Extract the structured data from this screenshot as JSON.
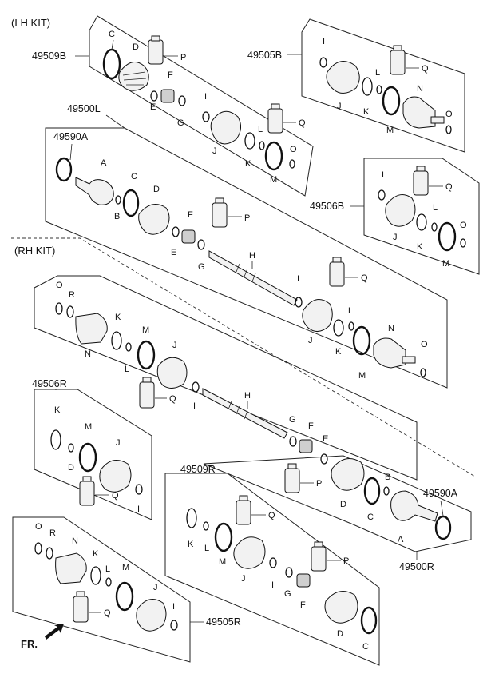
{
  "kits": {
    "lh": "(LH KIT)",
    "rh": "(RH KIT)"
  },
  "assemblies": {
    "lh_boot_kit_outer": "49509B",
    "lh_boot_kit_inner": "49505B",
    "lh_shaft": "49500L",
    "lh_joint_outer": "49590A",
    "lh_boot_kit_inner_alt": "49506B",
    "rh_boot_kit_inner_alt": "49506R",
    "rh_boot_kit_outer": "49509R",
    "rh_joint_outer": "49590A",
    "rh_shaft": "49500R",
    "rh_boot_kit_inner": "49505R"
  },
  "parts": {
    "A": "A",
    "B": "B",
    "C": "C",
    "D": "D",
    "E": "E",
    "F": "F",
    "G": "G",
    "H": "H",
    "I": "I",
    "J": "J",
    "K": "K",
    "L": "L",
    "M": "M",
    "N": "N",
    "O": "O",
    "P": "P",
    "Q": "Q",
    "R": "R"
  },
  "direction": {
    "label": "FR."
  },
  "icons": {
    "direction": "arrow-left-down-icon"
  }
}
